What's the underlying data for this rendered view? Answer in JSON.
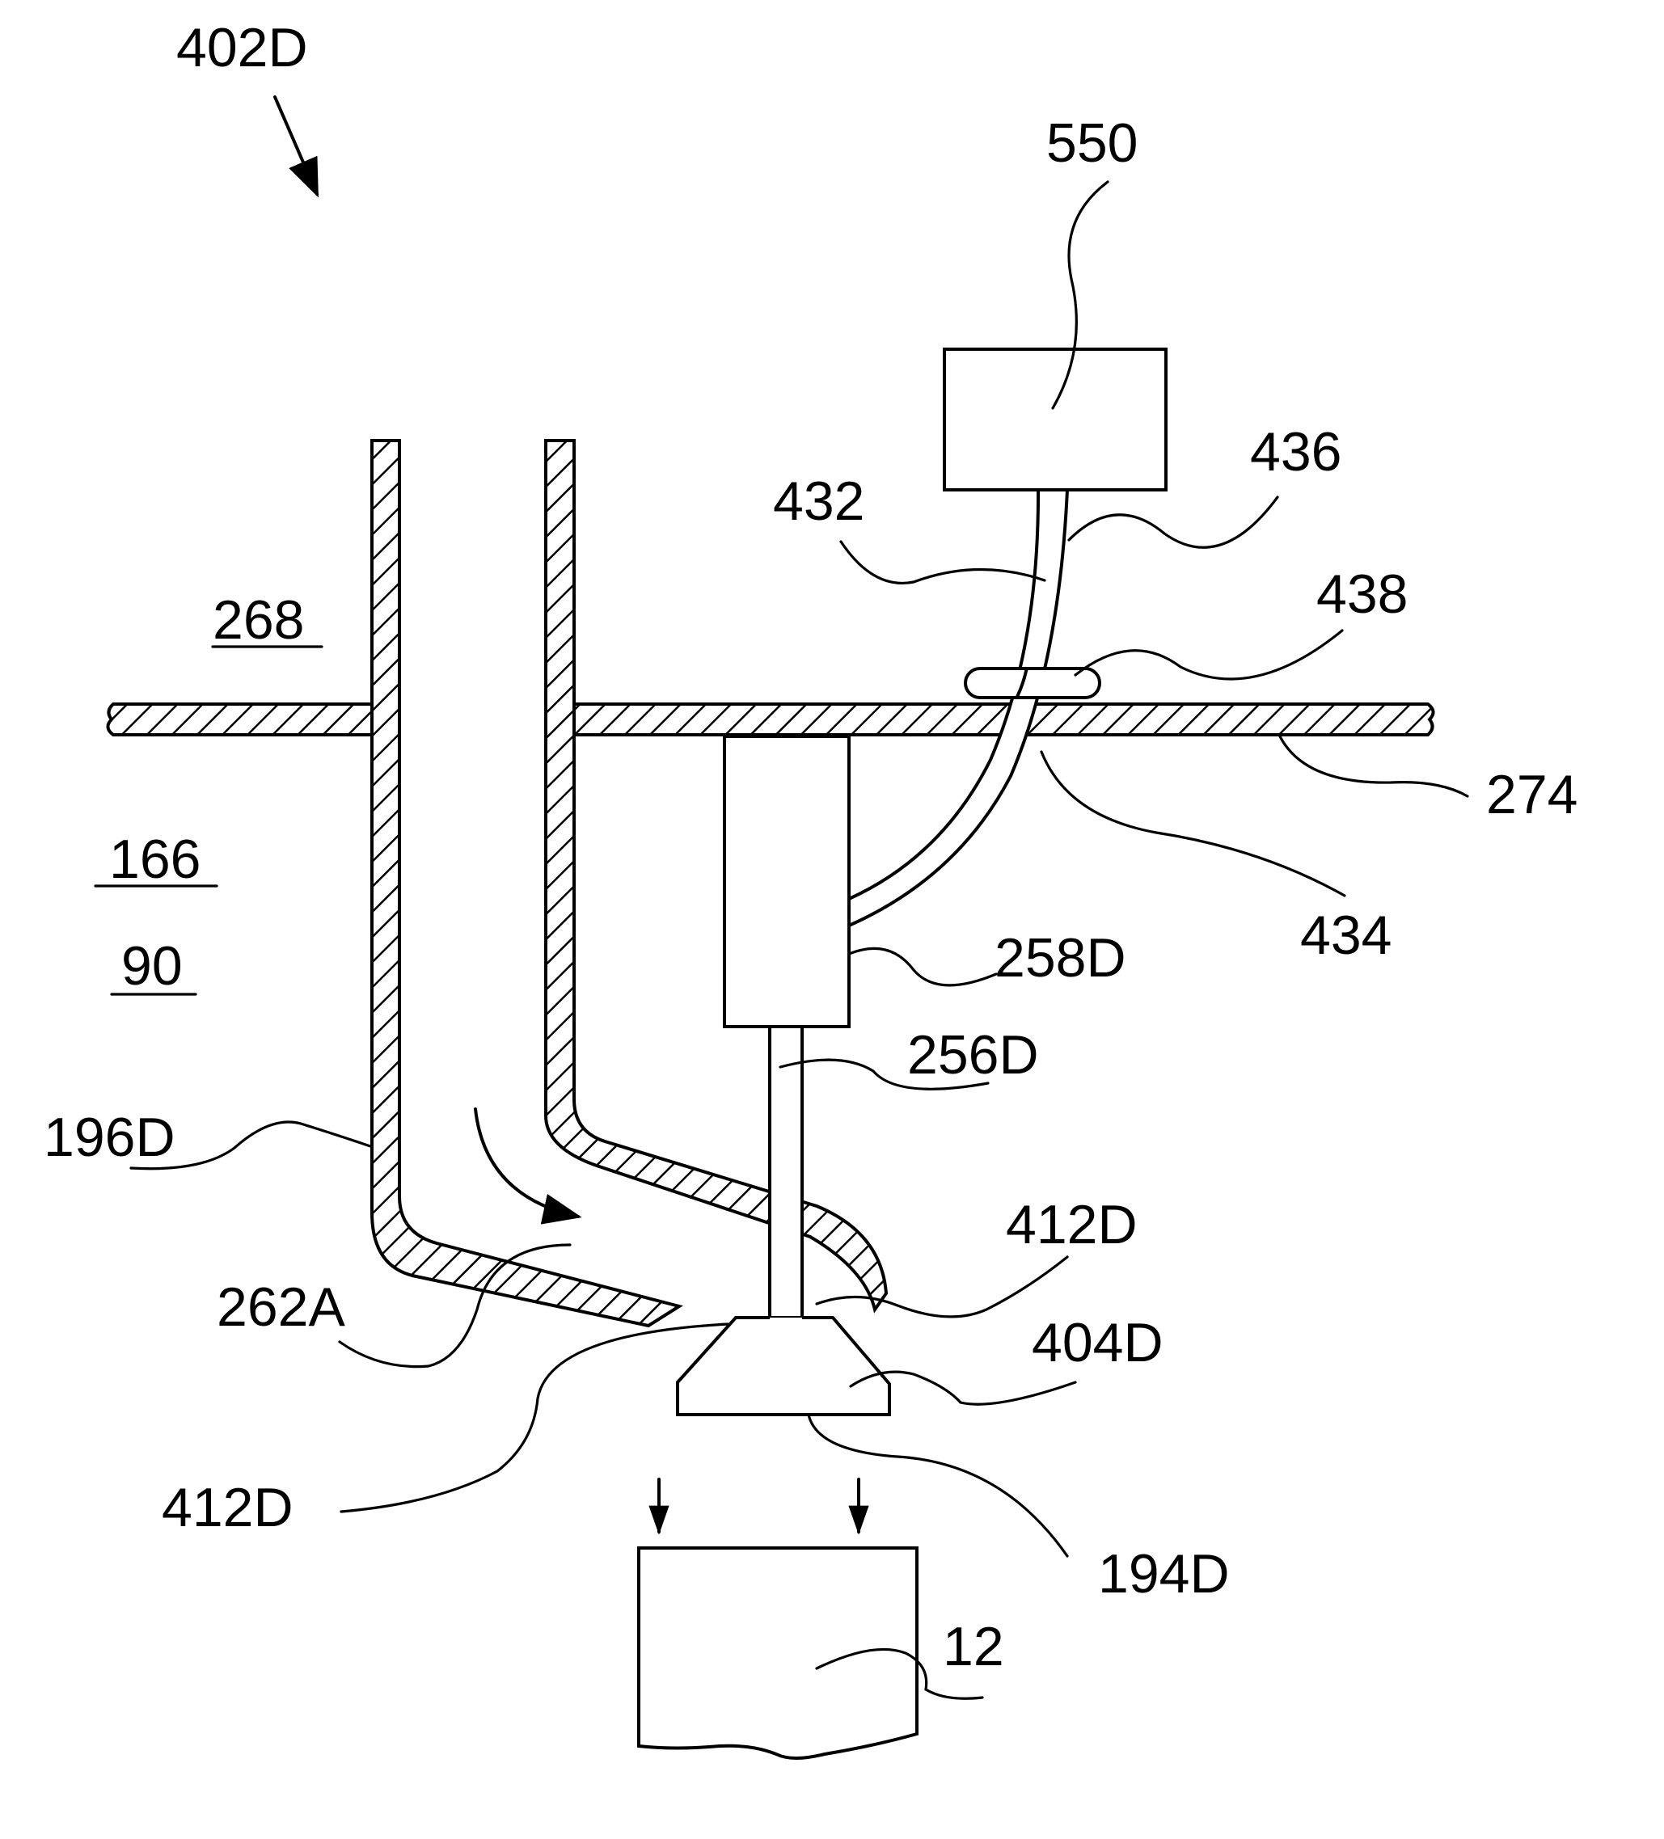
{
  "figure": {
    "labels": {
      "l402D": "402D",
      "l550": "550",
      "l436": "436",
      "l432": "432",
      "l438": "438",
      "l268": "268",
      "l274": "274",
      "l166": "166",
      "l434": "434",
      "l90": "90",
      "l258D": "258D",
      "l256D": "256D",
      "l196D": "196D",
      "l412D_upper": "412D",
      "l262A": "262A",
      "l404D": "404D",
      "l412D_lower": "412D",
      "l194D": "194D",
      "l12": "12"
    }
  }
}
